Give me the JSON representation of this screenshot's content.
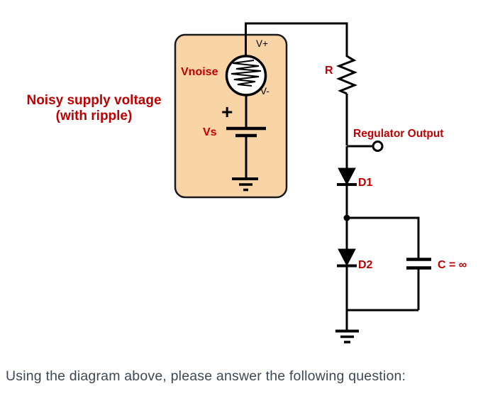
{
  "diagram": {
    "caption": {
      "line1": "Noisy supply voltage",
      "line2": "(with ripple)"
    },
    "labels": {
      "vnoise": "Vnoise",
      "v_plus": "V+",
      "v_minus": "V-",
      "vs": "Vs",
      "battery_plus": "+",
      "resistor": "R",
      "regulator_output": "Regulator Output",
      "diode1": "D1",
      "diode2": "D2",
      "capacitor": "C = ∞"
    },
    "colors": {
      "box_fill": "#F9D4A7",
      "box_stroke": "#1A1A1A",
      "label_red": "#C00000",
      "wire": "#000000",
      "question_text": "#3D4852"
    }
  },
  "question": {
    "prompt": "Using the diagram above, please answer the following question:"
  }
}
